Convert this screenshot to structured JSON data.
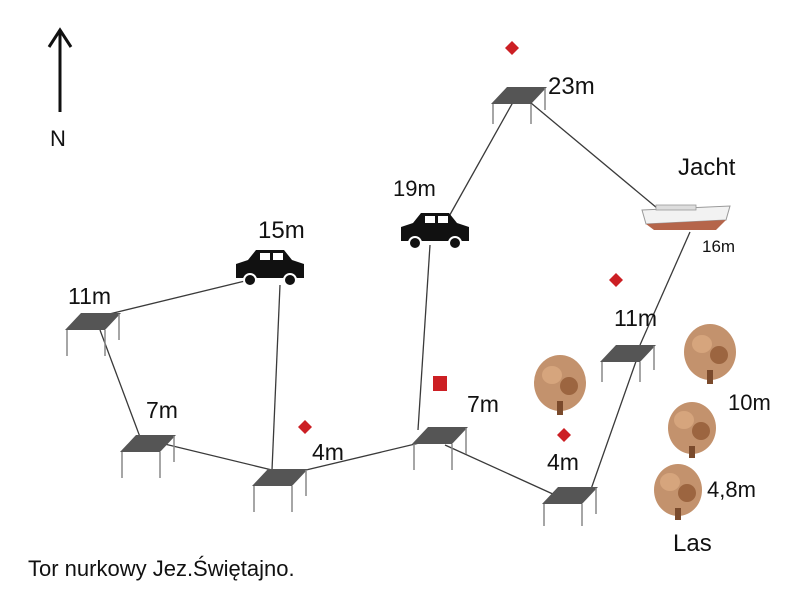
{
  "colors": {
    "line": "#3a3a3a",
    "platform": "#555555",
    "buoy": "#cc1f24",
    "car": "#111111",
    "yacht_hull": "#f2f2f2",
    "yacht_keel": "#b5654a",
    "tree": "#b87f54"
  },
  "north": {
    "label": "N"
  },
  "caption": "Tor nurkowy Jez.Świętajno.",
  "labels": {
    "p11_left": "11m",
    "car15": "15m",
    "p7_left": "7m",
    "p4_left": "4m",
    "car19": "19m",
    "p23": "23m",
    "p7_mid": "7m",
    "p4_right": "4m",
    "p11_right": "11m",
    "yacht": "Jacht",
    "yacht_depth": "16m",
    "tree_10": "10m",
    "tree_48": "4,8m",
    "forest": "Las"
  },
  "stations": [
    {
      "name": "platform-11m-left",
      "kind": "platform"
    },
    {
      "name": "car-15m",
      "kind": "car"
    },
    {
      "name": "platform-4m-left",
      "kind": "platform"
    },
    {
      "name": "platform-7m-left",
      "kind": "platform"
    },
    {
      "name": "platform-7m-mid",
      "kind": "platform"
    },
    {
      "name": "car-19m",
      "kind": "car"
    },
    {
      "name": "platform-23m",
      "kind": "platform"
    },
    {
      "name": "yacht-16m",
      "kind": "yacht"
    },
    {
      "name": "platform-11m-right",
      "kind": "platform"
    },
    {
      "name": "platform-4m-right",
      "kind": "platform"
    }
  ]
}
